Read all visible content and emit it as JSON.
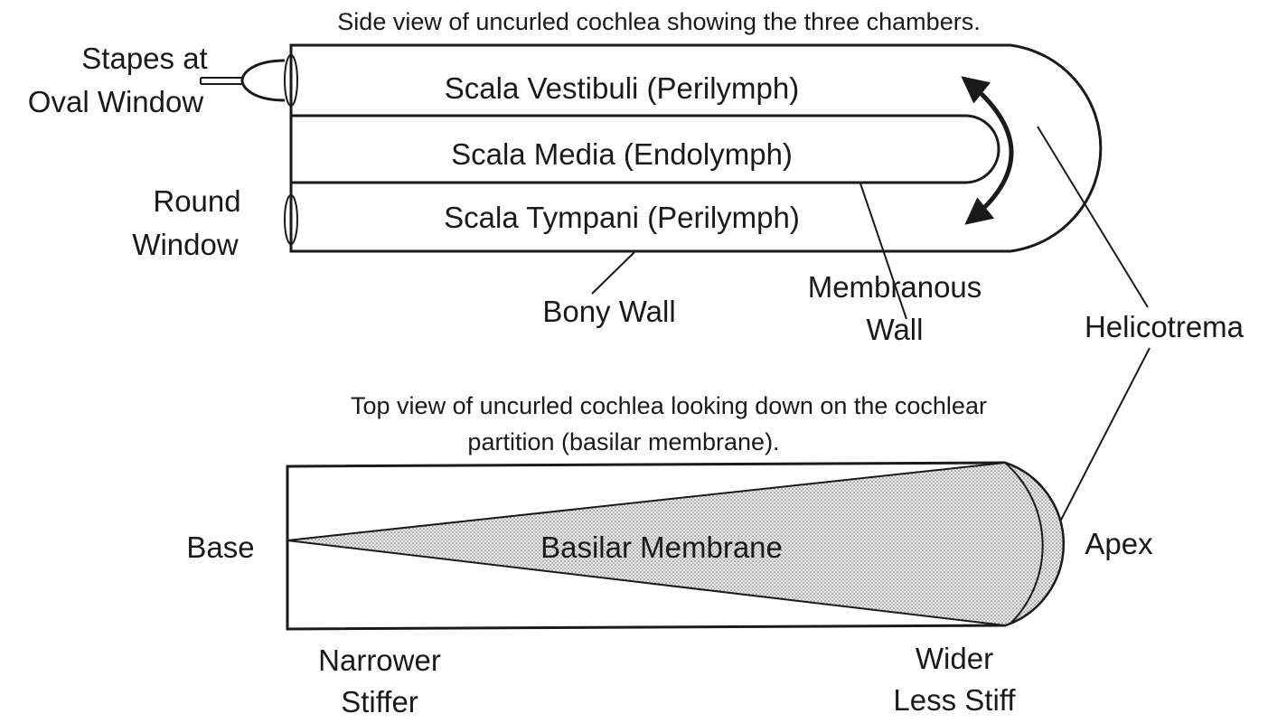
{
  "side_view": {
    "caption": "Side view of uncurled cochlea showing the three chambers.",
    "chambers": {
      "vestibuli": "Scala Vestibuli (Perilymph)",
      "media": "Scala Media (Endolymph)",
      "tympani": "Scala Tympani (Perilymph)"
    },
    "labels": {
      "stapes_line1": "Stapes at",
      "stapes_line2": "Oval Window",
      "round_line1": "Round",
      "round_line2": "Window",
      "bony_wall": "Bony Wall",
      "membranous_line1": "Membranous",
      "membranous_line2": "Wall",
      "helicotrema": "Helicotrema"
    }
  },
  "top_view": {
    "caption_line1": "Top view of uncurled cochlea looking down on the cochlear",
    "caption_line2": "partition (basilar membrane).",
    "membrane": "Basilar Membrane",
    "base": "Base",
    "apex": "Apex",
    "narrow_line1": "Narrower",
    "narrow_line2": "Stiffer",
    "wide_line1": "Wider",
    "wide_line2": "Less Stiff"
  }
}
